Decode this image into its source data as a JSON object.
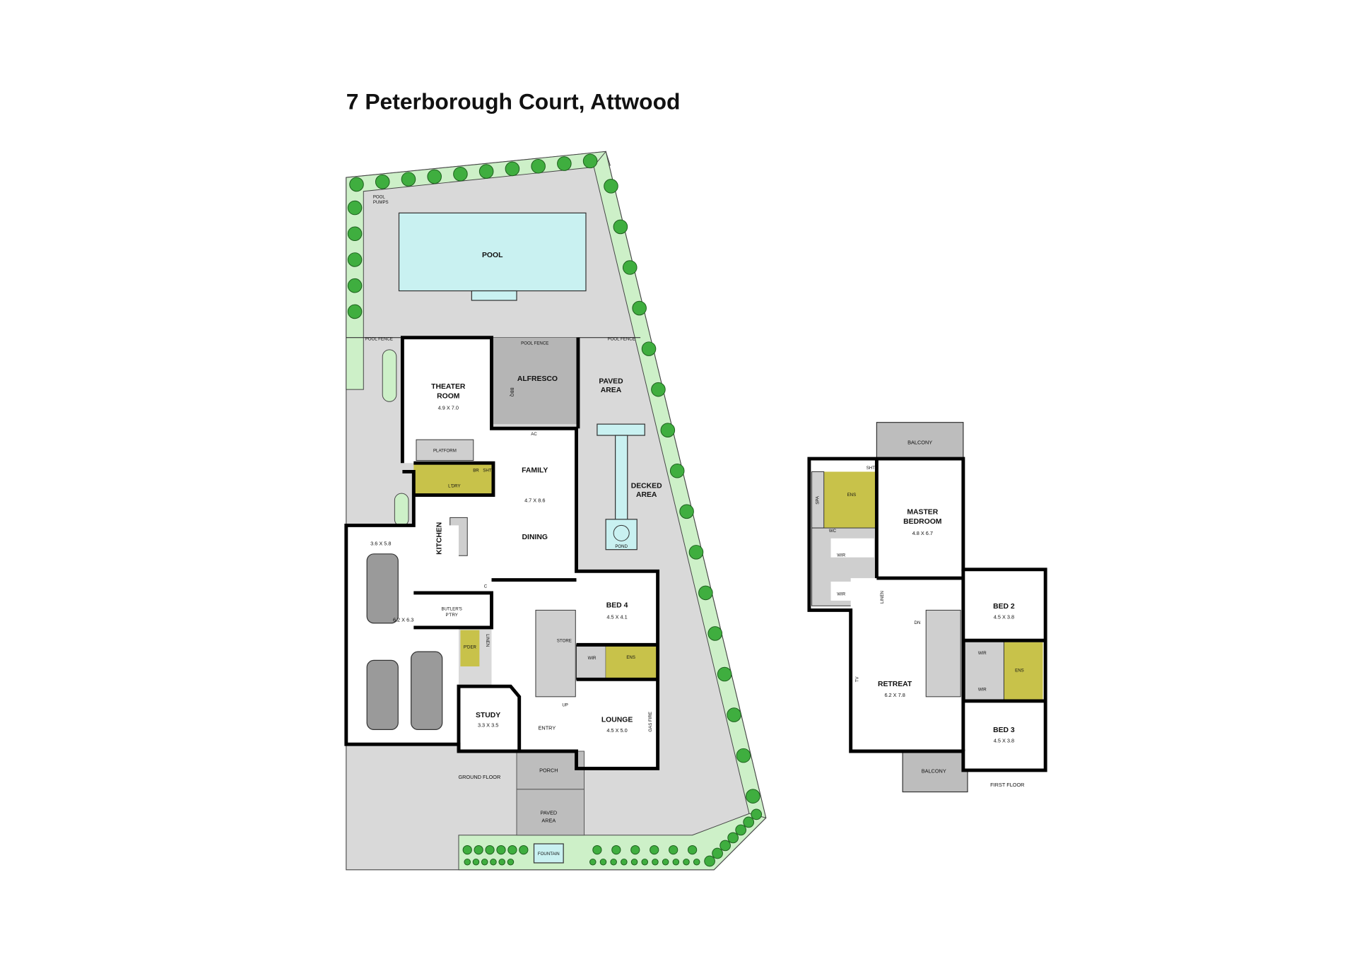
{
  "title": "7 Peterborough Court, Attwood",
  "ground_floor": {
    "floor_label": "GROUND FLOOR",
    "pool": "POOL",
    "pool_pumps_1": "POOL",
    "pool_pumps_2": "PUMPS",
    "pool_fence": "POOL FENCE",
    "theater_1": "THEATER",
    "theater_2": "ROOM",
    "theater_size": "4.9 X 7.0",
    "platform": "PLATFORM",
    "alfresco": "ALFRESCO",
    "bbq": "BBQ",
    "ac": "AC",
    "paved_1": "PAVED",
    "paved_2": "AREA",
    "family": "FAMILY",
    "family_size": "4.7 X 8.6",
    "dining": "DINING",
    "laundry": "L'DRY",
    "br": "BR",
    "sht": "SHT",
    "kitchen": "KITCHEN",
    "decked_1": "DECKED",
    "decked_2": "AREA",
    "pond": "POND",
    "garage_small_size": "3.6 X 5.8",
    "garage_size": "6.2 X 6.3",
    "butlers_1": "BUTLER'S",
    "butlers_2": "P'TRY",
    "powder": "P'DER",
    "linen": "LINEN",
    "c": "C",
    "bed4": "BED 4",
    "bed4_size": "4.5 X 4.1",
    "store": "STORE",
    "wir": "WIR",
    "ens": "ENS",
    "up": "UP",
    "study": "STUDY",
    "study_size": "3.3 X 3.5",
    "entry": "ENTRY",
    "lounge": "LOUNGE",
    "lounge_size": "4.5 X 5.0",
    "gas_fire": "GAS FIRE",
    "porch": "PORCH",
    "front_paved_1": "PAVED",
    "front_paved_2": "AREA",
    "fountain": "FOUNTAIN"
  },
  "first_floor": {
    "floor_label": "FIRST FLOOR",
    "balcony_top": "BALCONY",
    "balcony_bottom": "BALCONY",
    "master_1": "MASTER",
    "master_2": "BEDROOM",
    "master_size": "4.8 X 6.7",
    "ens": "ENS",
    "spa": "SPA",
    "sht": "SHT",
    "wc": "WC",
    "wir": "WIR",
    "linen": "LINEN",
    "dn": "DN",
    "tv": "TV",
    "retreat": "RETREAT",
    "retreat_size": "6.2 X 7.8",
    "bed2": "BED 2",
    "bed2_size": "4.5 X 3.8",
    "bed3": "BED 3",
    "bed3_size": "4.5 X 3.8",
    "ens2": "ENS"
  },
  "colors": {
    "garden": "#cdf0c8",
    "paving": "#d9d9d9",
    "pool": "#c9f1f1",
    "wet_tiles": "#c8c24a",
    "tree": "#3fae3f"
  }
}
